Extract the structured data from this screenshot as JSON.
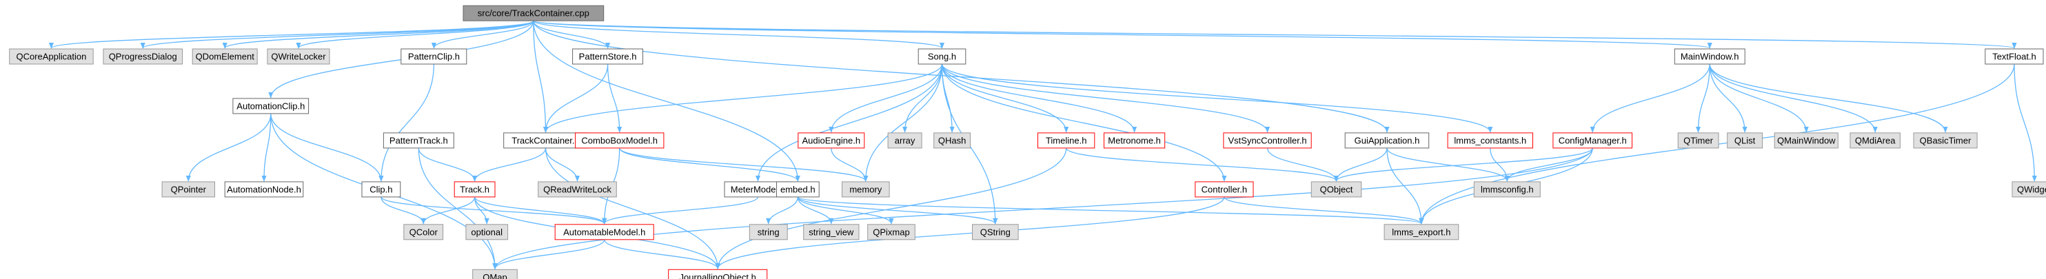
{
  "diagram": {
    "colors": {
      "edge": "#63b8ff",
      "root_fill": "#999999",
      "root_border": "#666666",
      "documented_fill": "#ffffff",
      "documented_border": "#666666",
      "external_fill": "#e0e0e0",
      "external_border": "#999999",
      "highlight_border": "#ff0000"
    },
    "nodes": [
      {
        "id": "root",
        "label": "src/core/TrackContainer.cpp",
        "kind": "root"
      },
      {
        "id": "QCoreApplication",
        "label": "QCoreApplication",
        "kind": "external"
      },
      {
        "id": "QProgressDialog",
        "label": "QProgressDialog",
        "kind": "external"
      },
      {
        "id": "QDomElement",
        "label": "QDomElement",
        "kind": "external"
      },
      {
        "id": "QWriteLocker",
        "label": "QWriteLocker",
        "kind": "external"
      },
      {
        "id": "AutomationClip",
        "label": "AutomationClip.h",
        "kind": "documented"
      },
      {
        "id": "PatternClip",
        "label": "PatternClip.h",
        "kind": "documented"
      },
      {
        "id": "PatternStore",
        "label": "PatternStore.h",
        "kind": "documented"
      },
      {
        "id": "Song",
        "label": "Song.h",
        "kind": "documented"
      },
      {
        "id": "MainWindow",
        "label": "MainWindow.h",
        "kind": "documented"
      },
      {
        "id": "TextFloat",
        "label": "TextFloat.h",
        "kind": "documented"
      },
      {
        "id": "PatternTrack",
        "label": "PatternTrack.h",
        "kind": "documented"
      },
      {
        "id": "TrackContainer",
        "label": "TrackContainer.h",
        "kind": "documented"
      },
      {
        "id": "ComboBoxModel",
        "label": "ComboBoxModel.h",
        "kind": "highlight"
      },
      {
        "id": "AudioEngine",
        "label": "AudioEngine.h",
        "kind": "highlight"
      },
      {
        "id": "array",
        "label": "array",
        "kind": "external"
      },
      {
        "id": "QHash",
        "label": "QHash",
        "kind": "external"
      },
      {
        "id": "Timeline",
        "label": "Timeline.h",
        "kind": "highlight"
      },
      {
        "id": "Metronome",
        "label": "Metronome.h",
        "kind": "highlight"
      },
      {
        "id": "VstSyncController",
        "label": "VstSyncController.h",
        "kind": "highlight"
      },
      {
        "id": "GuiApplication",
        "label": "GuiApplication.h",
        "kind": "documented"
      },
      {
        "id": "lmms_constants",
        "label": "lmms_constants.h",
        "kind": "highlight"
      },
      {
        "id": "ConfigManager",
        "label": "ConfigManager.h",
        "kind": "highlight"
      },
      {
        "id": "QTimer",
        "label": "QTimer",
        "kind": "external"
      },
      {
        "id": "QList",
        "label": "QList",
        "kind": "external"
      },
      {
        "id": "QMainWindow",
        "label": "QMainWindow",
        "kind": "external"
      },
      {
        "id": "QMdiArea",
        "label": "QMdiArea",
        "kind": "external"
      },
      {
        "id": "QBasicTimer",
        "label": "QBasicTimer",
        "kind": "external"
      },
      {
        "id": "QWidget",
        "label": "QWidget",
        "kind": "external"
      },
      {
        "id": "QPointer",
        "label": "QPointer",
        "kind": "external"
      },
      {
        "id": "AutomationNode",
        "label": "AutomationNode.h",
        "kind": "documented"
      },
      {
        "id": "Clip",
        "label": "Clip.h",
        "kind": "documented"
      },
      {
        "id": "Track",
        "label": "Track.h",
        "kind": "highlight"
      },
      {
        "id": "QReadWriteLock",
        "label": "QReadWriteLock",
        "kind": "external"
      },
      {
        "id": "MeterModel",
        "label": "MeterModel.h",
        "kind": "documented"
      },
      {
        "id": "embed",
        "label": "embed.h",
        "kind": "documented"
      },
      {
        "id": "memory",
        "label": "memory",
        "kind": "external"
      },
      {
        "id": "Controller",
        "label": "Controller.h",
        "kind": "highlight"
      },
      {
        "id": "QObject",
        "label": "QObject",
        "kind": "external"
      },
      {
        "id": "lmmsconfig",
        "label": "lmmsconfig.h",
        "kind": "external"
      },
      {
        "id": "QColor",
        "label": "QColor",
        "kind": "external"
      },
      {
        "id": "optional",
        "label": "optional",
        "kind": "external"
      },
      {
        "id": "AutomatableModel",
        "label": "AutomatableModel.h",
        "kind": "highlight"
      },
      {
        "id": "string",
        "label": "string",
        "kind": "external"
      },
      {
        "id": "string_view",
        "label": "string_view",
        "kind": "external"
      },
      {
        "id": "QPixmap",
        "label": "QPixmap",
        "kind": "external"
      },
      {
        "id": "QString",
        "label": "QString",
        "kind": "external"
      },
      {
        "id": "lmms_export",
        "label": "lmms_export.h",
        "kind": "external"
      },
      {
        "id": "QMap",
        "label": "QMap",
        "kind": "external"
      },
      {
        "id": "JournallingObject",
        "label": "JournallingObject.h",
        "kind": "highlight"
      }
    ],
    "edges": [
      [
        "root",
        "QCoreApplication"
      ],
      [
        "root",
        "QProgressDialog"
      ],
      [
        "root",
        "QDomElement"
      ],
      [
        "root",
        "QWriteLocker"
      ],
      [
        "root",
        "AutomationClip"
      ],
      [
        "root",
        "PatternClip"
      ],
      [
        "root",
        "PatternStore"
      ],
      [
        "root",
        "Song"
      ],
      [
        "root",
        "MainWindow"
      ],
      [
        "root",
        "TextFloat"
      ],
      [
        "root",
        "TrackContainer"
      ],
      [
        "root",
        "embed"
      ],
      [
        "root",
        "GuiApplication"
      ],
      [
        "PatternClip",
        "Clip"
      ],
      [
        "PatternStore",
        "TrackContainer"
      ],
      [
        "PatternStore",
        "ComboBoxModel"
      ],
      [
        "Song",
        "TrackContainer"
      ],
      [
        "Song",
        "AudioEngine"
      ],
      [
        "Song",
        "array"
      ],
      [
        "Song",
        "QHash"
      ],
      [
        "Song",
        "Timeline"
      ],
      [
        "Song",
        "Metronome"
      ],
      [
        "Song",
        "VstSyncController"
      ],
      [
        "Song",
        "lmms_constants"
      ],
      [
        "Song",
        "MeterModel"
      ],
      [
        "Song",
        "Controller"
      ],
      [
        "Song",
        "QString"
      ],
      [
        "Song",
        "memory"
      ],
      [
        "MainWindow",
        "ConfigManager"
      ],
      [
        "MainWindow",
        "QTimer"
      ],
      [
        "MainWindow",
        "QList"
      ],
      [
        "MainWindow",
        "QMainWindow"
      ],
      [
        "MainWindow",
        "QMdiArea"
      ],
      [
        "MainWindow",
        "QBasicTimer"
      ],
      [
        "TextFloat",
        "QWidget"
      ],
      [
        "TextFloat",
        "lmms_export"
      ],
      [
        "AutomationClip",
        "QPointer"
      ],
      [
        "AutomationClip",
        "AutomationNode"
      ],
      [
        "AutomationClip",
        "Clip"
      ],
      [
        "AutomationClip",
        "QMap"
      ],
      [
        "PatternTrack",
        "Track"
      ],
      [
        "PatternTrack",
        "QMap"
      ],
      [
        "TrackContainer",
        "Track"
      ],
      [
        "TrackContainer",
        "QReadWriteLock"
      ],
      [
        "TrackContainer",
        "JournallingObject"
      ],
      [
        "ComboBoxModel",
        "AutomatableModel"
      ],
      [
        "ComboBoxModel",
        "embed"
      ],
      [
        "ComboBoxModel",
        "memory"
      ],
      [
        "AudioEngine",
        "memory"
      ],
      [
        "Timeline",
        "QObject"
      ],
      [
        "Timeline",
        "JournallingObject"
      ],
      [
        "VstSyncController",
        "QObject"
      ],
      [
        "GuiApplication",
        "QObject"
      ],
      [
        "GuiApplication",
        "lmmsconfig"
      ],
      [
        "GuiApplication",
        "lmms_export"
      ],
      [
        "lmms_constants",
        "lmmsconfig"
      ],
      [
        "ConfigManager",
        "QObject"
      ],
      [
        "ConfigManager",
        "lmmsconfig"
      ],
      [
        "ConfigManager",
        "lmms_export"
      ],
      [
        "ConfigManager",
        "QMap"
      ],
      [
        "Clip",
        "QColor"
      ],
      [
        "Clip",
        "AutomatableModel"
      ],
      [
        "Track",
        "QColor"
      ],
      [
        "Track",
        "optional"
      ],
      [
        "Track",
        "AutomatableModel"
      ],
      [
        "Track",
        "JournallingObject"
      ],
      [
        "MeterModel",
        "AutomatableModel"
      ],
      [
        "embed",
        "string"
      ],
      [
        "embed",
        "string_view"
      ],
      [
        "embed",
        "QPixmap"
      ],
      [
        "embed",
        "QString"
      ],
      [
        "embed",
        "lmms_export"
      ],
      [
        "Controller",
        "lmms_export"
      ],
      [
        "Controller",
        "JournallingObject"
      ],
      [
        "AutomatableModel",
        "QMap"
      ],
      [
        "AutomatableModel",
        "JournallingObject"
      ]
    ]
  }
}
